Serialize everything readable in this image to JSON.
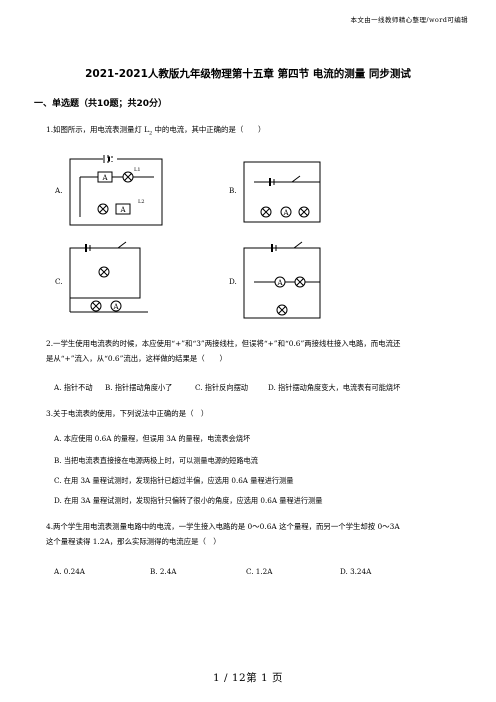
{
  "header_note": "本文由一线教师精心整理/word可编辑",
  "title": "2021-2021人教版九年级物理第十五章 第四节 电流的测量 同步测试",
  "section": "一、单选题（共10题；共20分）",
  "q1": {
    "stem": "1.如图所示，用电流表测量灯 L",
    "stem_sub": "2",
    "stem_end": " 中的电流，其中正确的是（　　）",
    "options": [
      "A.",
      "B.",
      "C.",
      "D."
    ],
    "lamp_labels": {
      "l1": "L1",
      "l2": "L2"
    }
  },
  "q2": {
    "line1": "2.一学生使用电流表的时候，本应使用“+”和“3”两接线柱，但误将“+”和“0.6”两接线柱接入电路，而电流还",
    "line2": "是从“+”流入，从“0.6”流出，这样做的结果是（　　）",
    "options": [
      "A. 指针不动",
      "B. 指针摆动角度小了",
      "C. 指针反向摆动",
      "D. 指针摆动角度变大，电流表有可能烧坏"
    ]
  },
  "q3": {
    "stem": "3.关于电流表的使用，下列说法中正确的是（　）",
    "options": [
      "A. 本应使用 0.6A 的量程，但误用 3A 的量程，电流表会烧坏",
      "B. 当把电流表直接接在电源两极上时，可以测量电源的短路电流",
      "C. 在用 3A 量程试测时，发现指针已超过半偏，应选用 0.6A 量程进行测量",
      "D. 在用 3A 量程试测时，发现指针只偏转了很小的角度，应选用 0.6A 量程进行测量"
    ]
  },
  "q4": {
    "line1": "4.两个学生用电流表测量电路中的电流，一学生接入电路的是 0～0.6A 这个量程，而另一个学生却按 0～3A",
    "line2": "这个量程读得 1.2A，那么实际测得的电流应是（　）",
    "options": [
      "A. 0.24A",
      "B. 2.4A",
      "C. 1.2A",
      "D. 3.24A"
    ]
  },
  "footer": "1 / 12第 1 页",
  "meter_symbol": "A"
}
